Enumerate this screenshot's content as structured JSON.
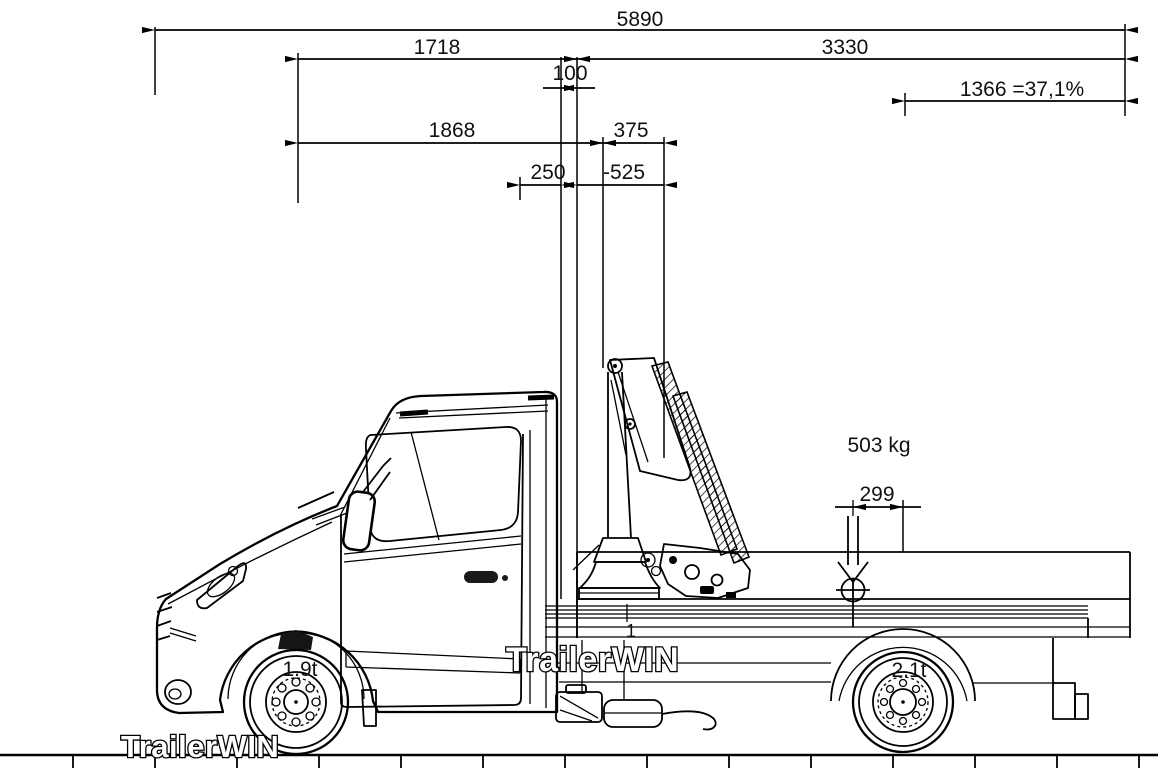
{
  "drawing": {
    "dimensions": {
      "overall_length": "5890",
      "front_axle_to_cab_gap": "1718",
      "cab_gap_to_rear_end": "3330",
      "cab_body_gap": "100",
      "rear_overhang": "1366 =37,1%",
      "front_axle_to_crane_center": "1868",
      "crane_center_to_body": "375",
      "frame_dim_250": "250",
      "frame_dim_minus_525": "-525",
      "load_point_to_rear_axle": "299"
    },
    "labels": {
      "crane_payload": "503 kg",
      "front_axle_load": "1.9t",
      "rear_axle_load": "2.1t",
      "crane_station_number": "1",
      "watermark": "TrailerWIN"
    },
    "colors": {
      "ink": "#000000",
      "paper": "#ffffff"
    }
  }
}
